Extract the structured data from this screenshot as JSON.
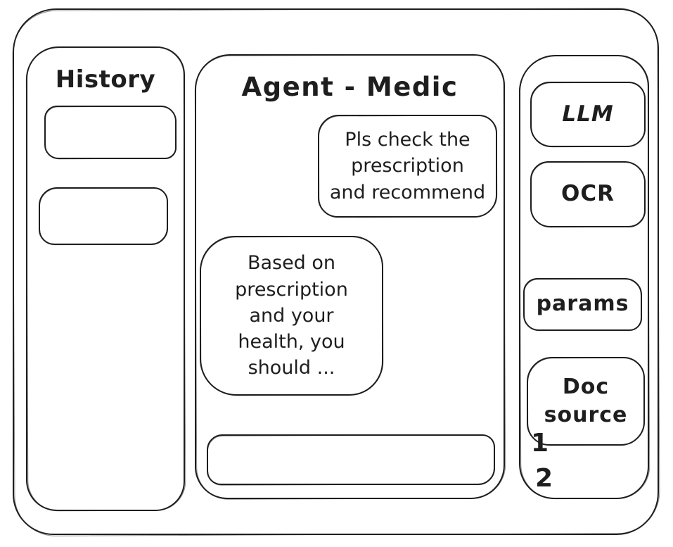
{
  "colors": {
    "ink": "#1e1e1e",
    "background": "#ffffff"
  },
  "history_panel": {
    "title": "History",
    "items": [
      {
        "label": ""
      },
      {
        "label": ""
      }
    ]
  },
  "chat_panel": {
    "title": "Agent - Medic",
    "messages": [
      {
        "role": "user",
        "text": "Pls check the\nprescription\nand recommend"
      },
      {
        "role": "agent",
        "text": "Based on\nprescription\nand your\nhealth, you\nshould ..."
      }
    ],
    "input": {
      "value": ""
    }
  },
  "tools_panel": {
    "buttons": [
      {
        "label": "LLM"
      },
      {
        "label": "OCR"
      },
      {
        "label": "params"
      },
      {
        "label": "Doc\nsource"
      }
    ],
    "annotations": [
      "1",
      "2"
    ]
  }
}
